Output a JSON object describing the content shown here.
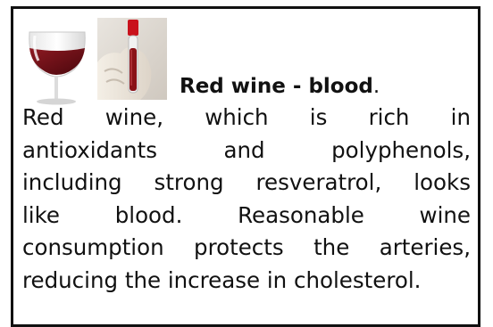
{
  "card": {
    "heading": "Red wine - blood",
    "heading_suffix": ".",
    "body_lines": [
      "Red wine, which is rich in",
      "antioxidants and polyphenols,",
      "including strong resveratrol, looks",
      "like blood. Reasonable wine",
      "consumption protects the arteries,",
      "reducing the increase in cholesterol."
    ]
  },
  "colors": {
    "border": "#111111",
    "wine": "#6b0f17",
    "blood": "#8a1318"
  },
  "icons": {
    "glass": "wine-glass-icon",
    "tube": "blood-sample-tube-icon"
  }
}
